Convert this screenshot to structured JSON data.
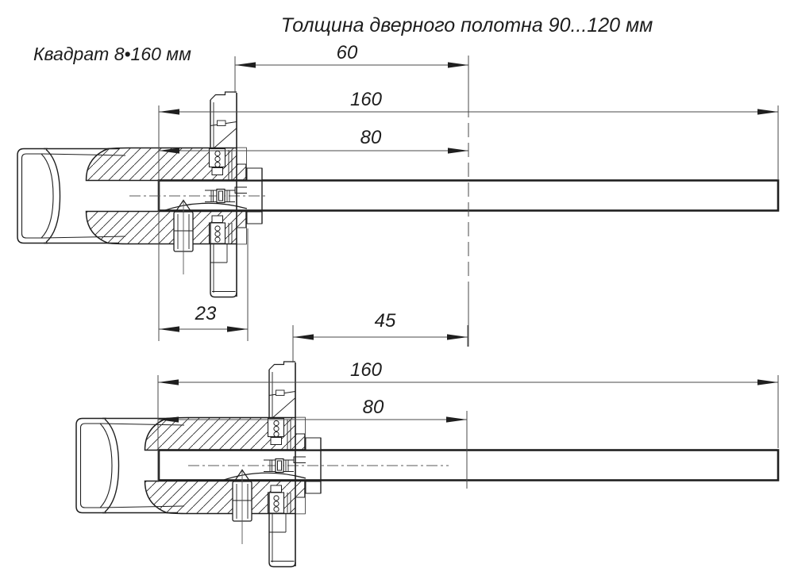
{
  "header": {
    "title": "Толщина дверного полотна 90...120 мм",
    "spindle_label": "Квадрат 8•160 мм"
  },
  "dimensions": {
    "top": {
      "face_offset": "60",
      "spindle_length": "160",
      "half_length": "80",
      "insert_depth": "23"
    },
    "bottom": {
      "face_offset": "45",
      "spindle_length": "160",
      "half_length": "80"
    }
  },
  "colors": {
    "background": "#ffffff",
    "drawing_line": "#1f1f1f",
    "dimension_line": "#4a4a4a"
  }
}
